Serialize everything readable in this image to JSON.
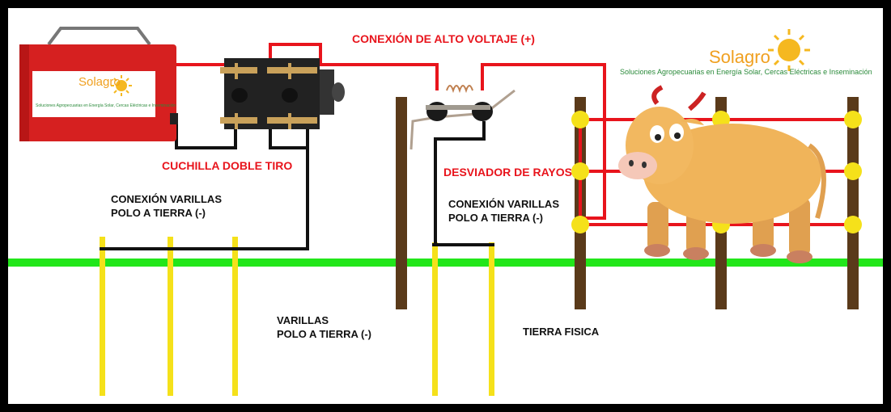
{
  "labels": {
    "high_voltage": "CONEXIÓN DE ALTO VOLTAJE (+)",
    "double_throw_switch": "CUCHILLA DOBLE TIRO",
    "lightning_diverter": "DESVIADOR DE RAYOS",
    "ground_rods_conn_left_1": "CONEXIÓN VARILLAS",
    "ground_rods_conn_left_2": "POLO A TIERRA (-)",
    "ground_rods_conn_mid_1": "CONEXIÓN VARILLAS",
    "ground_rods_conn_mid_2": "POLO A TIERRA (-)",
    "rods_1": "VARILLAS",
    "rods_2": "POLO A TIERRA (-)",
    "physical_ground": "TIERRA FISICA"
  },
  "brand": {
    "name": "Solagro",
    "tagline": "Soluciones Agropecuarias en Energía Solar, Cercas Eléctricas e Inseminación"
  },
  "energizer": {
    "brand_name": "Solagro",
    "tagline": "Soluciones Agropecuarias en Energía Solar, Cercas Eléctricas e Inseminación"
  },
  "colors": {
    "high_voltage_wire": "#e8141c",
    "ground_wire": "#111111",
    "ground_line": "#22e61a",
    "rods": "#f5e11a",
    "posts": "#5a3a1a",
    "insulators": "#f5e11a",
    "brand_text": "#f0a020",
    "brand_tagline": "#2a8a3a"
  },
  "icons": [
    "sun-icon",
    "energizer-box-icon",
    "knife-switch-icon",
    "lightning-arrester-icon",
    "cow-icon"
  ]
}
